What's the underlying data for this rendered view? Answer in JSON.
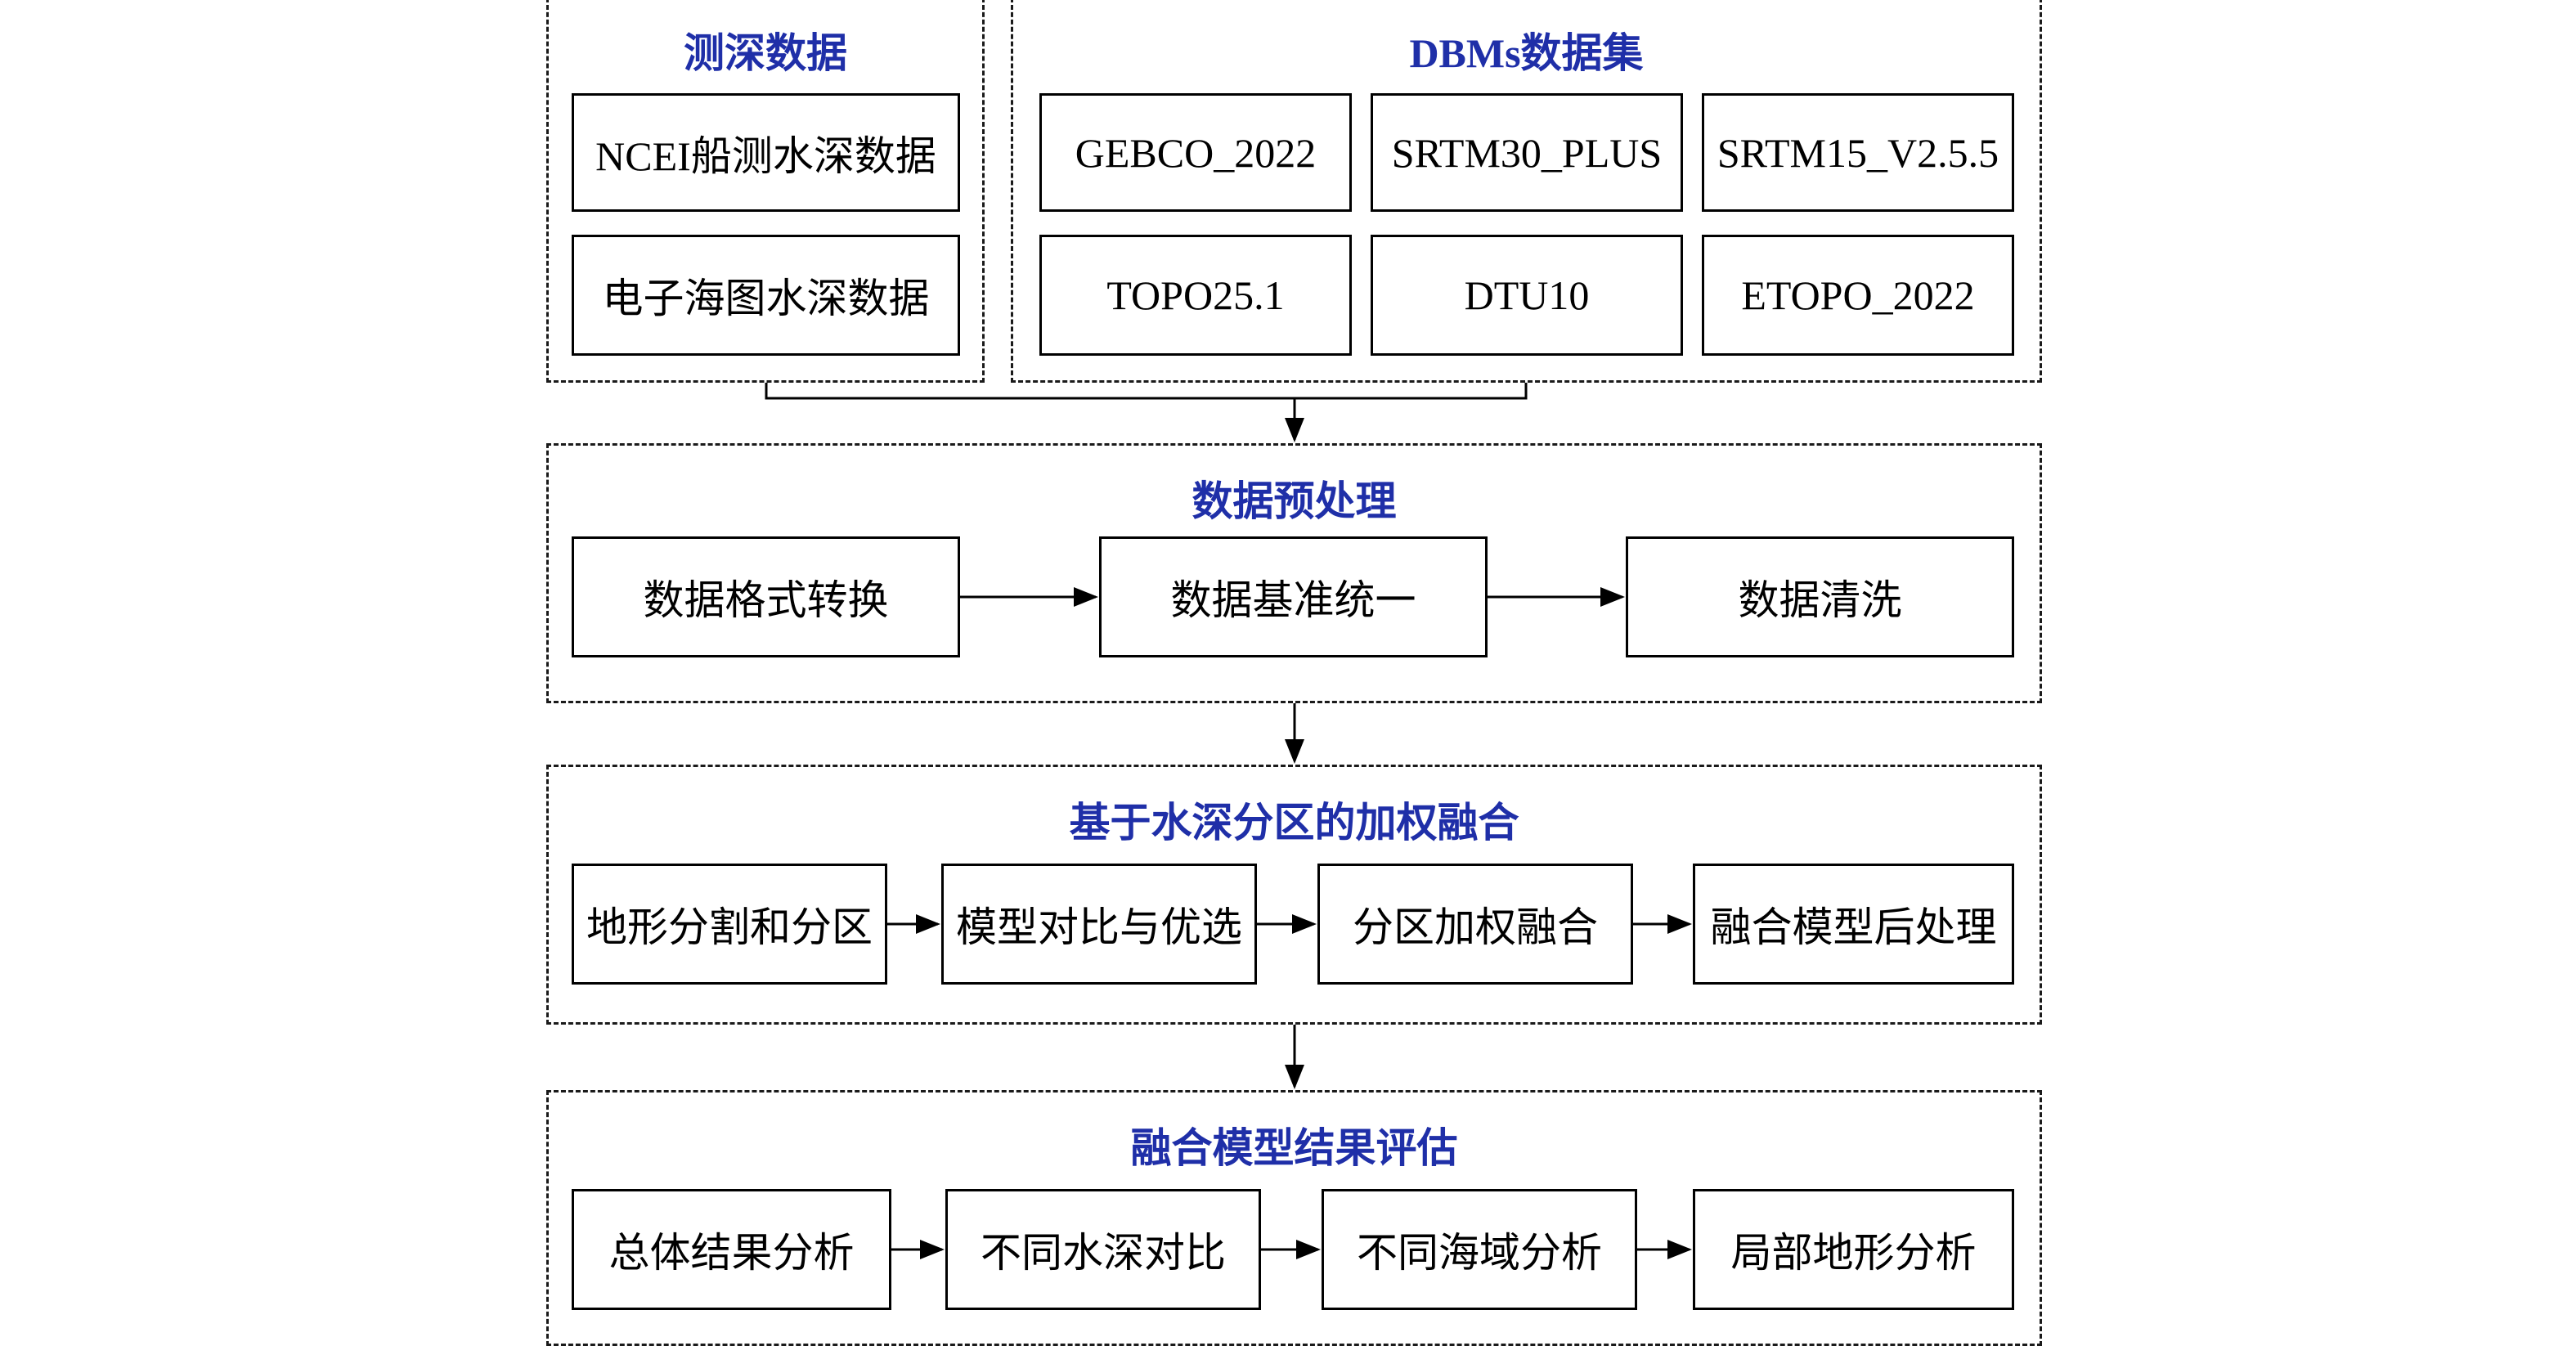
{
  "groups": {
    "sounding": {
      "title": "测深数据",
      "items": [
        "NCEI船测水深数据",
        "电子海图水深数据"
      ]
    },
    "dbms": {
      "title": "DBMs数据集",
      "items": [
        "GEBCO_2022",
        "SRTM30_PLUS",
        "SRTM15_V2.5.5",
        "TOPO25.1",
        "DTU10",
        "ETOPO_2022"
      ]
    },
    "preprocess": {
      "title": "数据预处理",
      "steps": [
        "数据格式转换",
        "数据基准统一",
        "数据清洗"
      ]
    },
    "fusion": {
      "title": "基于水深分区的加权融合",
      "steps": [
        "地形分割和分区",
        "模型对比与优选",
        "分区加权融合",
        "融合模型后处理"
      ]
    },
    "evaluation": {
      "title": "融合模型结果评估",
      "steps": [
        "总体结果分析",
        "不同水深对比",
        "不同海域分析",
        "局部地形分析"
      ]
    }
  },
  "colors": {
    "title": "#1f2fa8",
    "border": "#000000"
  }
}
